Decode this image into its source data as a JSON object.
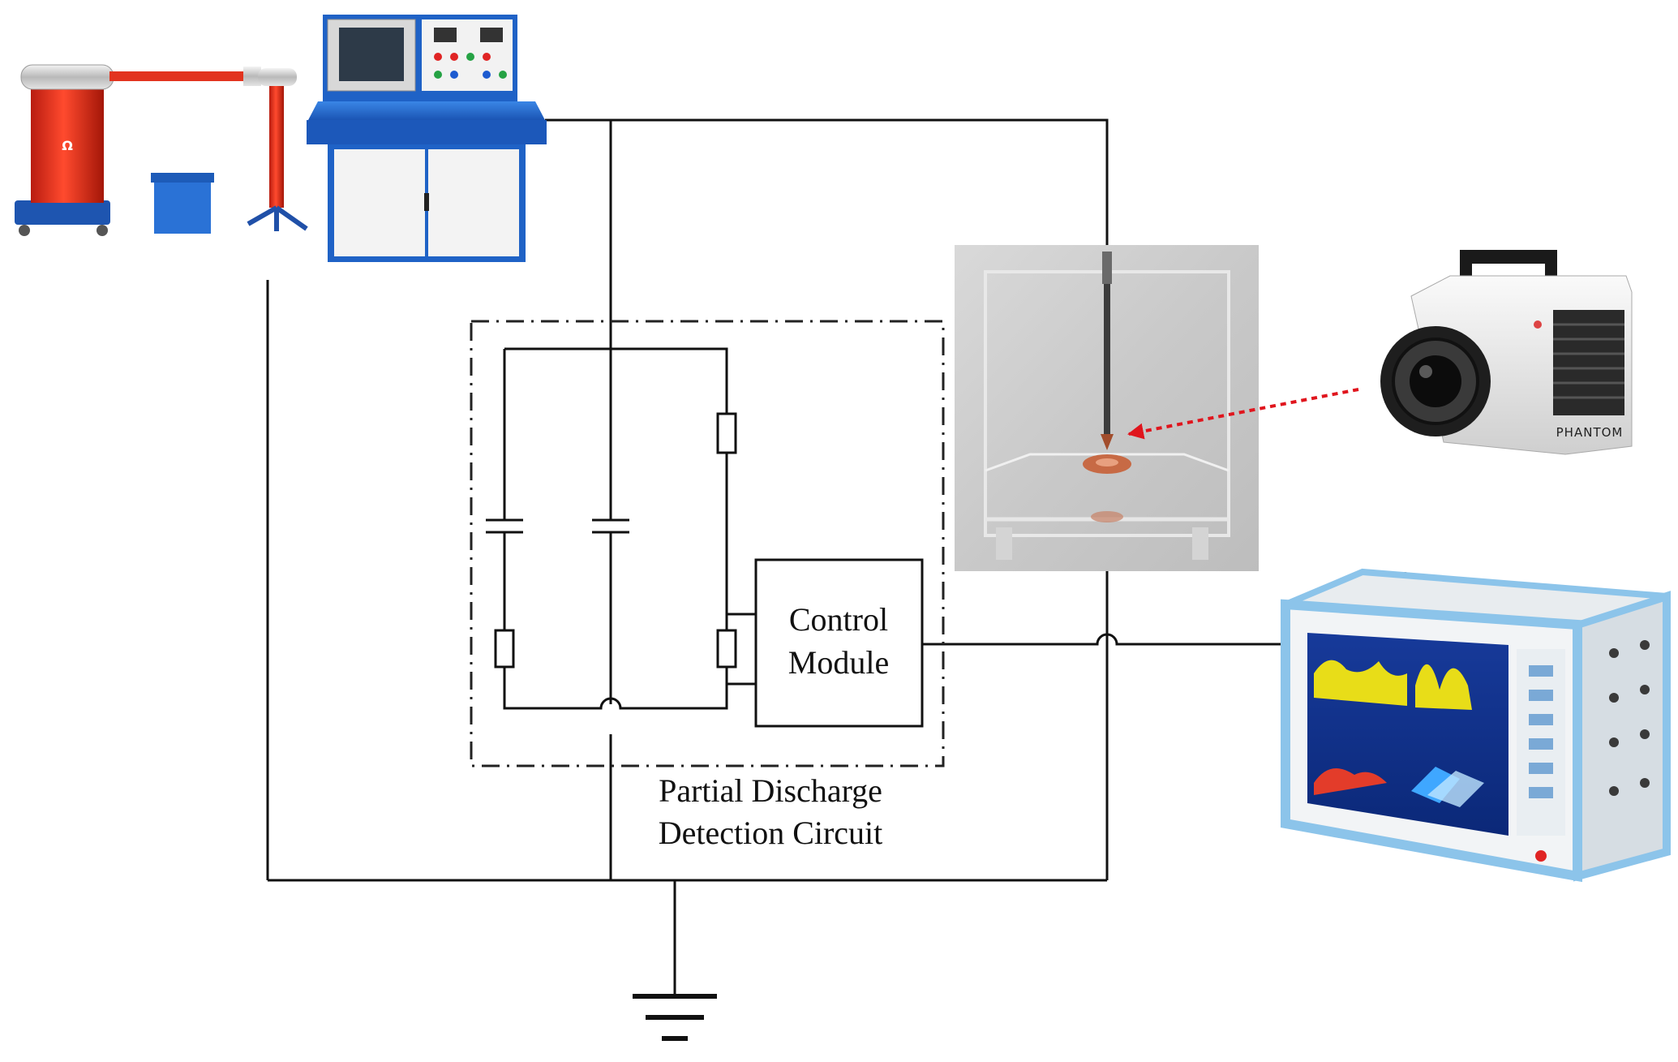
{
  "labels": {
    "control_module_line1": "Control",
    "control_module_line2": "Module",
    "pd_circuit_line1": "Partial Discharge",
    "pd_circuit_line2": "Detection Circuit",
    "camera_brand": "PHANTOM"
  },
  "colors": {
    "wire": "#111111",
    "transformer_red": "#e8321e",
    "console_blue": "#1e63c8",
    "laser_arrow": "#e0151d",
    "camera_body": "#eeeeee",
    "analyzer_frame": "#8cc4ea"
  },
  "icons": {
    "transformer": "hv-transformer-icon",
    "console": "control-console-icon",
    "test_cell": "electrode-test-cell-icon",
    "camera": "high-speed-camera-icon",
    "analyzer": "pd-analyzer-icon",
    "ground": "ground-symbol-icon"
  }
}
